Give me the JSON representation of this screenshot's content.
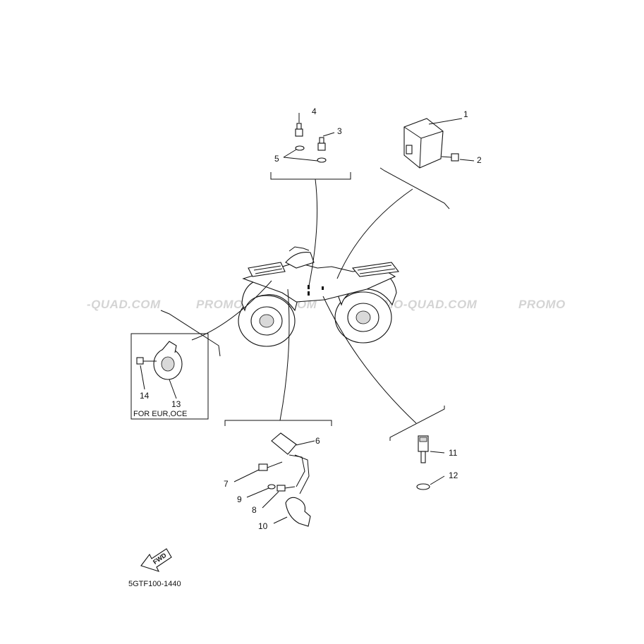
{
  "watermark": {
    "items": [
      "-QUAD.COM",
      "PROMO-QUAD.COM",
      "PROMO-QUAD.COM",
      "PROMO"
    ]
  },
  "callouts": {
    "c1": "1",
    "c2": "2",
    "c3": "3",
    "c4": "4",
    "c5": "5",
    "c6": "6",
    "c7": "7",
    "c8": "8",
    "c9": "9",
    "c10": "10",
    "c11": "11",
    "c12": "12",
    "c13": "13",
    "c14": "14"
  },
  "horn_box": {
    "label": "FOR EUR,OCE"
  },
  "fwd_arrow": {
    "label": "FWD"
  },
  "diagram_ref": "5GTF100-1440"
}
